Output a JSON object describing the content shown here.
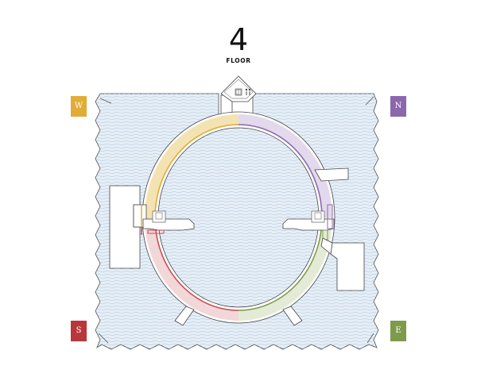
{
  "floor": {
    "number": "4",
    "label": "FLOOR"
  },
  "directions": [
    {
      "id": "w",
      "letter": "W",
      "color": "#e2ac36"
    },
    {
      "id": "n",
      "letter": "N",
      "color": "#8c67ac"
    },
    {
      "id": "s",
      "letter": "S",
      "color": "#b9373b"
    },
    {
      "id": "e",
      "letter": "E",
      "color": "#7e9a4c"
    }
  ],
  "colors": {
    "water": "#e6eef6",
    "waves": "#b6cce0",
    "outline": "#444444",
    "west_wing": "#e2ac36",
    "north_wing": "#8c67ac",
    "south_wing": "#c94a52",
    "east_wing": "#7e9a4c"
  },
  "icons": [
    "elevator-icon",
    "restroom-icon"
  ]
}
